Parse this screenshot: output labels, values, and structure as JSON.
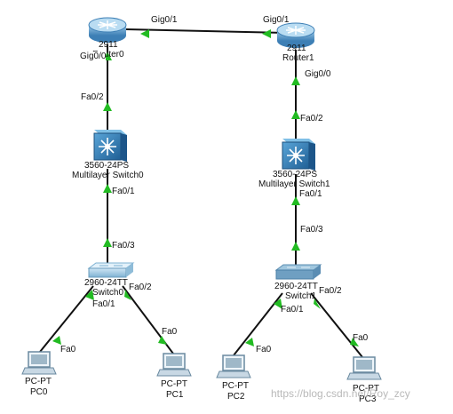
{
  "topology": {
    "devices": [
      {
        "id": "router0",
        "model": "2911",
        "name": "Router0",
        "type": "router"
      },
      {
        "id": "router1",
        "model": "2911",
        "name": "Router1",
        "type": "router"
      },
      {
        "id": "mls0",
        "model": "3560-24PS",
        "name": "Multilayer Switch0",
        "type": "multilayer-switch"
      },
      {
        "id": "mls1",
        "model": "3560-24PS",
        "name": "Multilayer Switch1",
        "type": "multilayer-switch"
      },
      {
        "id": "sw0",
        "model": "2960-24TT",
        "name": "Switch0",
        "type": "switch"
      },
      {
        "id": "sw1",
        "model": "2960-24TT",
        "name": "Switch1",
        "type": "switch"
      },
      {
        "id": "pc0",
        "model": "PC-PT",
        "name": "PC0",
        "type": "pc"
      },
      {
        "id": "pc1",
        "model": "PC-PT",
        "name": "PC1",
        "type": "pc"
      },
      {
        "id": "pc2",
        "model": "PC-PT",
        "name": "PC2",
        "type": "pc"
      },
      {
        "id": "pc3",
        "model": "PC-PT",
        "name": "PC3",
        "type": "pc"
      }
    ],
    "links": [
      {
        "id": "l1",
        "a_port": "Gig0/1",
        "b_port": "Gig0/1"
      },
      {
        "id": "l2",
        "a_port": "Gig0/0",
        "b_port": "Fa0/2"
      },
      {
        "id": "l3",
        "a_port": "Gig0/0",
        "b_port": "Fa0/2"
      },
      {
        "id": "l4",
        "a_port": "Fa0/1",
        "b_port": "Fa0/3"
      },
      {
        "id": "l5",
        "a_port": "Fa0/1",
        "b_port": "Fa0/3"
      },
      {
        "id": "l6",
        "a_port": "Fa0/1",
        "b_port": "Fa0"
      },
      {
        "id": "l7",
        "a_port": "Fa0/2",
        "b_port": "Fa0"
      },
      {
        "id": "l8",
        "a_port": "Fa0/1",
        "b_port": "Fa0"
      },
      {
        "id": "l9",
        "a_port": "Fa0/2",
        "b_port": "Fa0"
      }
    ]
  },
  "watermark": "https://blog.csdn.net/Roy_zcy",
  "colors": {
    "link": "#111111",
    "port_up": "#22bb22",
    "router": "#5a9fd0",
    "switch": "#86b8d8",
    "mls": "#2f7fb8",
    "pc": "#9fb8c8"
  }
}
